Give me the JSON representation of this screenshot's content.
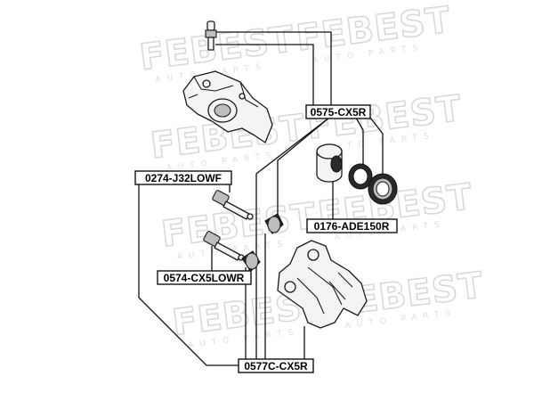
{
  "watermark": {
    "brand": "FEBEST",
    "subtitle": "AUTO PARTS"
  },
  "labels": {
    "part_0575": "0575-CX5R",
    "part_0274": "0274-J32LOWF",
    "part_0176": "0176-ADE150R",
    "part_0574": "0574-CX5LOWR",
    "part_0577": "0577C-CX5R"
  }
}
